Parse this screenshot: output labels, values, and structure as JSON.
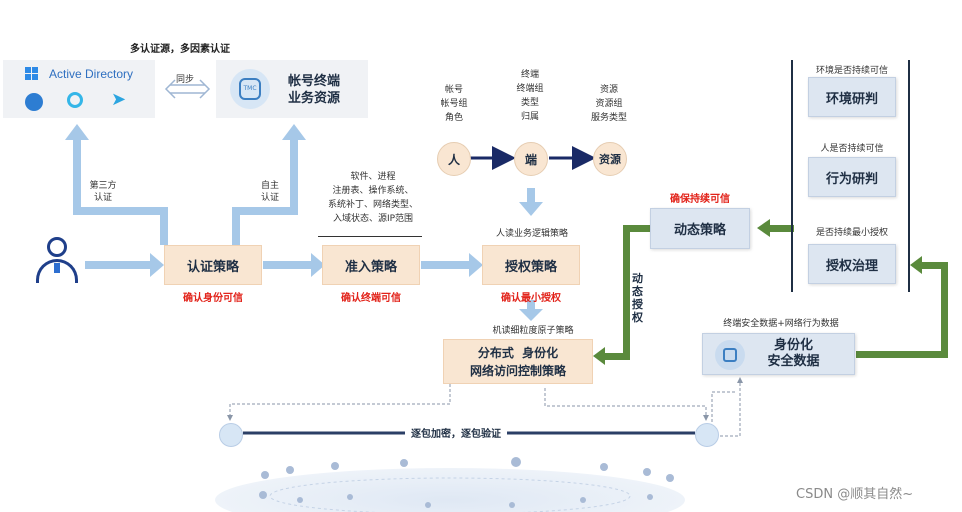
{
  "top_caption": "多认证源，多因素认证",
  "ad": {
    "label": "Active Directory",
    "sync_label": "同步"
  },
  "account_box": {
    "line1": "帐号终端",
    "line2": "业务资源"
  },
  "edges": {
    "third_party": "第三方\n认证",
    "self_auth": "自主\n认证"
  },
  "auth_policy": {
    "title": "认证策略",
    "sub": "确认身份可信"
  },
  "access_policy": {
    "title": "准入策略",
    "sub": "确认终端可信",
    "note": "软件、进程\n注册表、操作系统、\n系统补丁、网络类型、\n入域状态、源IP范围"
  },
  "grant_policy": {
    "title": "授权策略",
    "sub": "确认最小授权",
    "note_above": "人读业务逻辑策略",
    "note_below": "机读细粒度原子策略"
  },
  "entity_chain": {
    "nodes": [
      "人",
      "端",
      "资源"
    ],
    "attrs": [
      "帐号\n帐号组\n角色",
      "终端\n终端组\n类型\n归属",
      "资源\n资源组\n服务类型"
    ]
  },
  "dynamic_policy": {
    "title": "动态策略",
    "sub": "确保持续可信",
    "side_label": "动\n态\n授\n权"
  },
  "right_panel": [
    {
      "caption": "环境是否持续可信",
      "title": "环境研判"
    },
    {
      "caption": "人是否持续可信",
      "title": "行为研判"
    },
    {
      "caption": "是否持续最小授权",
      "title": "授权治理"
    }
  ],
  "dist_box": {
    "line1": "分布式  身份化",
    "line2": "网络访问控制策略"
  },
  "identity_data": {
    "caption": "终端安全数据+网络行为数据",
    "line1": "身份化",
    "line2": "安全数据"
  },
  "bus_label": "逐包加密，逐包验证",
  "watermark": "CSDN @顺其自然~",
  "colors": {
    "blue_arrow": "#a6c8e8",
    "green_arrow": "#5a8a3c",
    "dark_arrow": "#1a2a66",
    "red": "#e2231a"
  }
}
